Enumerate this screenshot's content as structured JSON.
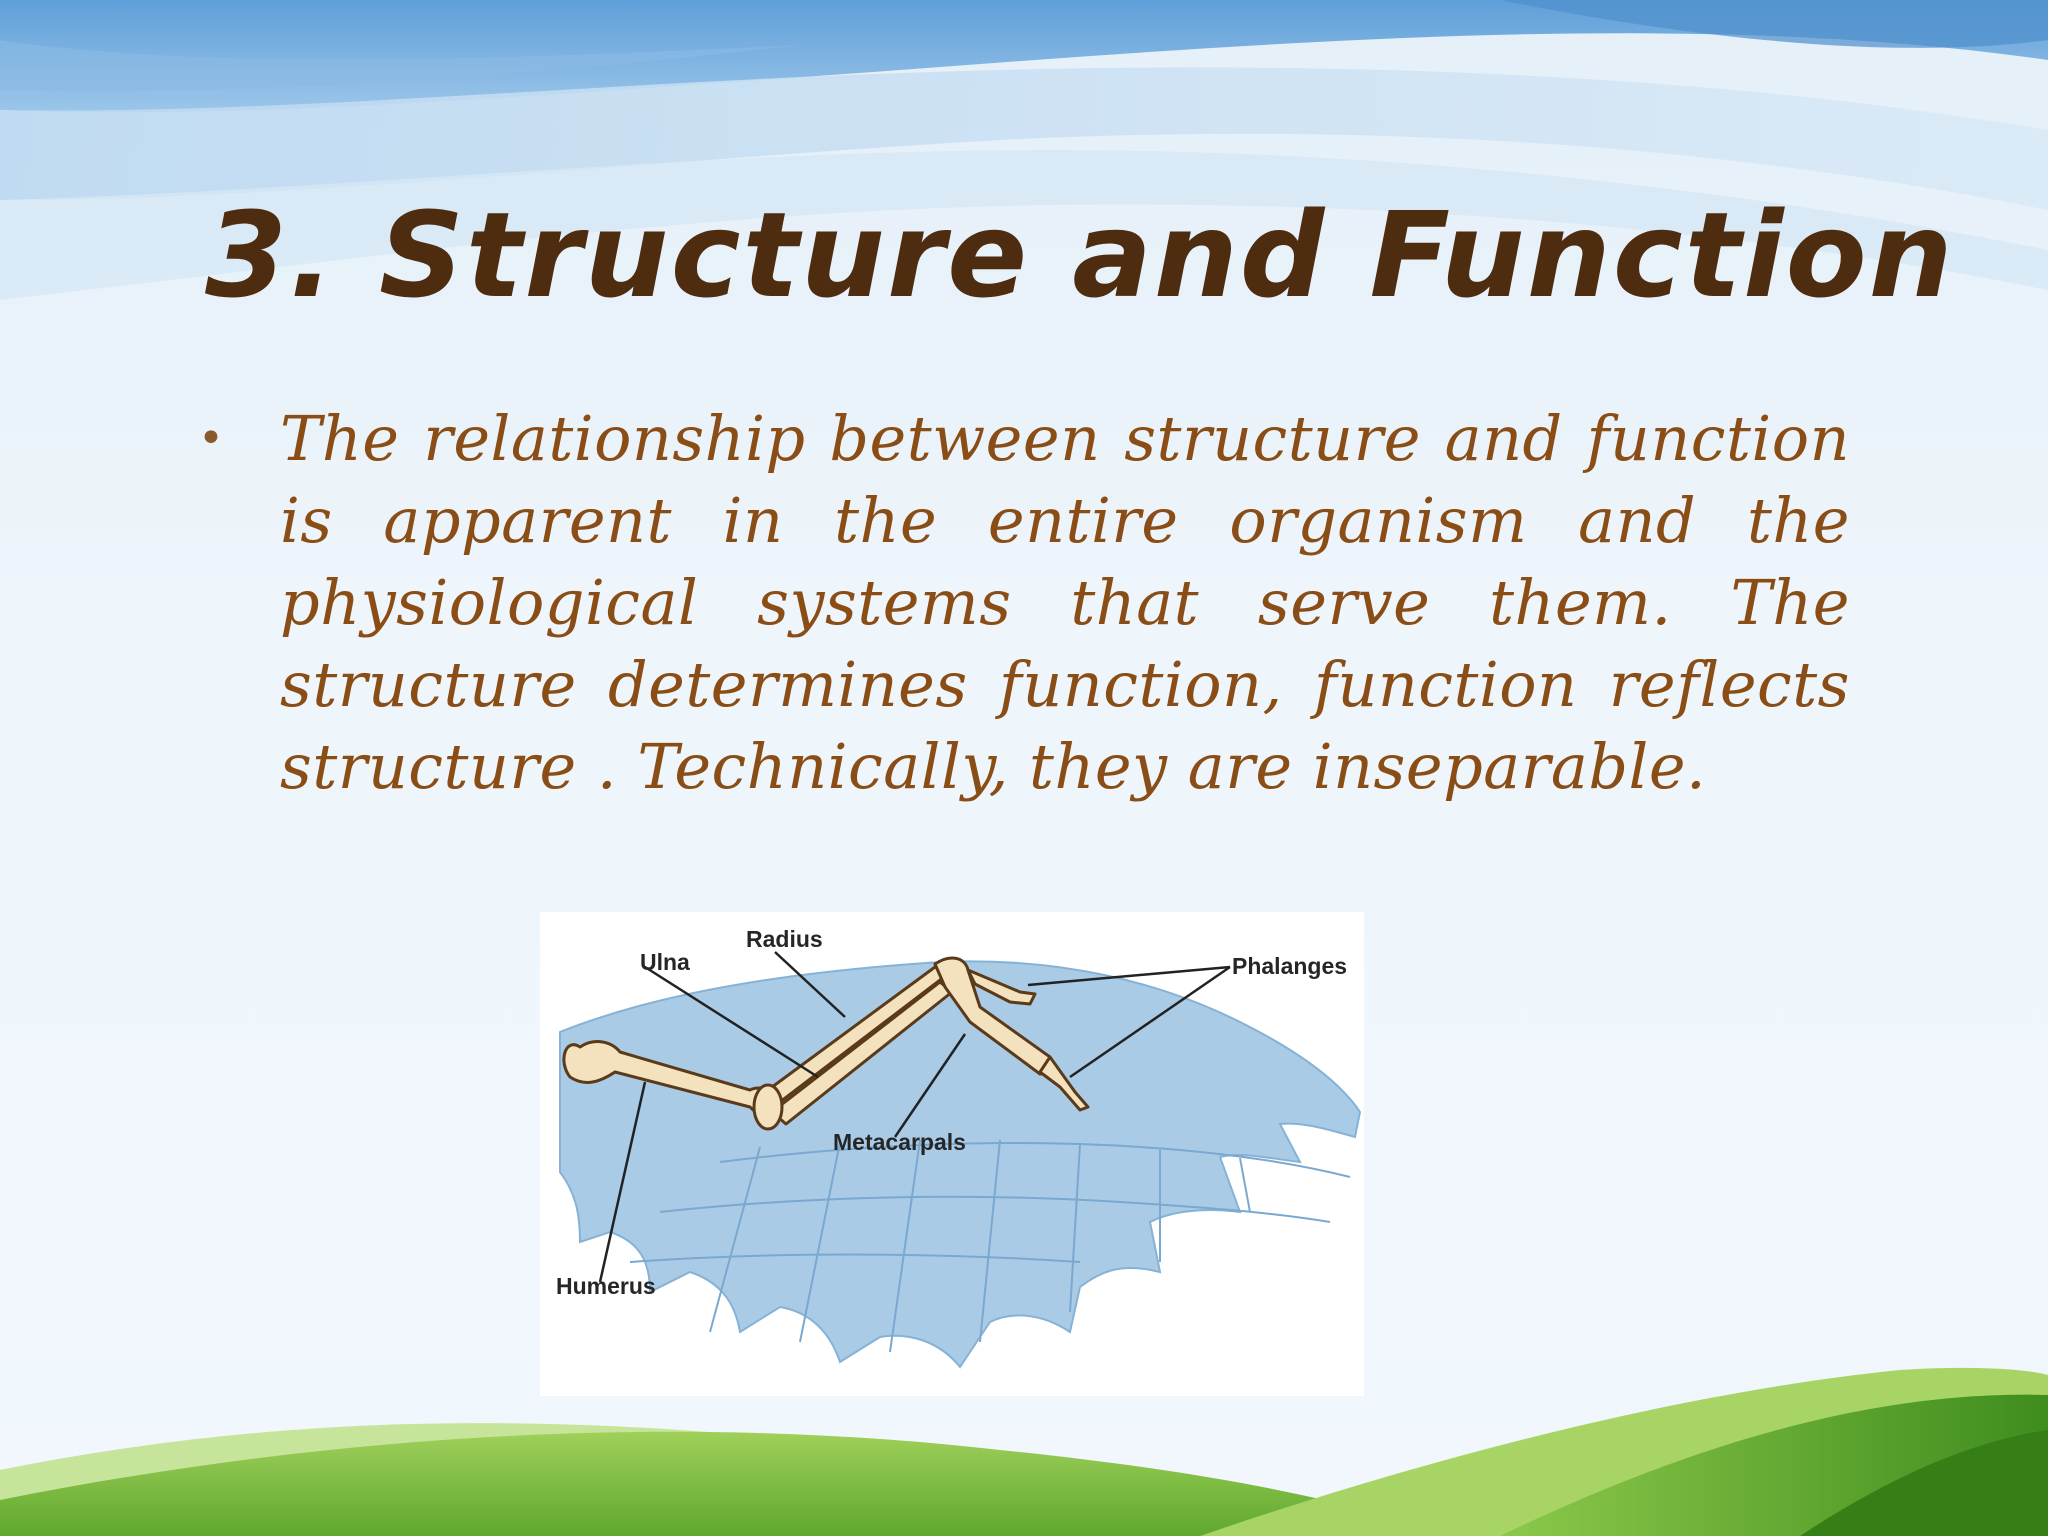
{
  "slide": {
    "title": "3. Structure and Function",
    "bullets": [
      {
        "text": "The relationship between structure and function is apparent in the entire organism and the physiological systems that serve them. The structure determines function, function reflects structure . Technically, they are inseparable."
      }
    ]
  },
  "diagram": {
    "labels": {
      "ulna": "Ulna",
      "radius": "Radius",
      "phalanges": "Phalanges",
      "metacarpals": "Metacarpals",
      "humerus": "Humerus"
    }
  },
  "colors": {
    "title": "#4e2c0f",
    "body_text": "#8a4d15",
    "sky_blue": "#7fb2e0",
    "grass_green": "#6fb43a",
    "wing_blue": "#a9cbe6",
    "bone": "#f3e2bd"
  }
}
